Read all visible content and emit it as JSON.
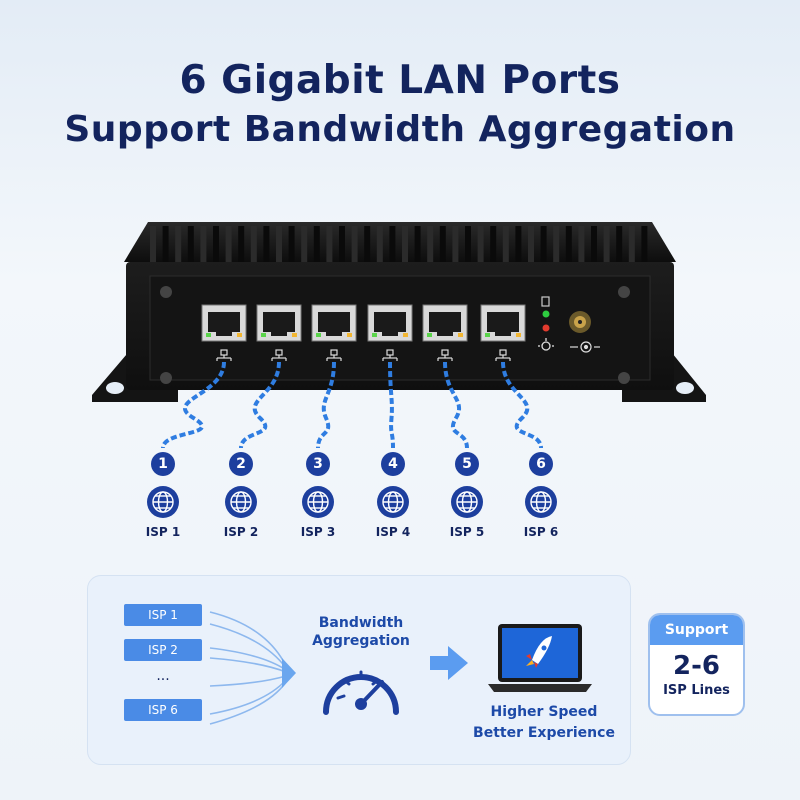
{
  "headline": {
    "line1": "6 Gigabit LAN Ports",
    "line2": "Support Bandwidth Aggregation"
  },
  "isps": [
    {
      "num": "1",
      "label": "ISP 1"
    },
    {
      "num": "2",
      "label": "ISP 2"
    },
    {
      "num": "3",
      "label": "ISP 3"
    },
    {
      "num": "4",
      "label": "ISP 4"
    },
    {
      "num": "5",
      "label": "ISP 5"
    },
    {
      "num": "6",
      "label": "ISP 6"
    }
  ],
  "diagram": {
    "inputs": [
      "ISP 1",
      "ISP 2",
      "...",
      "ISP 6"
    ],
    "aggregation_label": [
      "Bandwidth",
      "Aggregation"
    ],
    "result_label": [
      "Higher Speed",
      "Better Experience"
    ]
  },
  "support": {
    "header": "Support",
    "range": "2-6",
    "unit": "ISP Lines"
  },
  "colors": {
    "navy": "#13245e",
    "blue_accent": "#1d4aa8",
    "cable_blue": "#2f7de1",
    "box_blue": "#4a8be6",
    "device_black": "#161616"
  },
  "icons": [
    "globe-icon",
    "speedometer-icon",
    "laptop-icon",
    "rocket-icon",
    "arrow-right-icon",
    "power-icon",
    "led-icon",
    "network-icon"
  ]
}
